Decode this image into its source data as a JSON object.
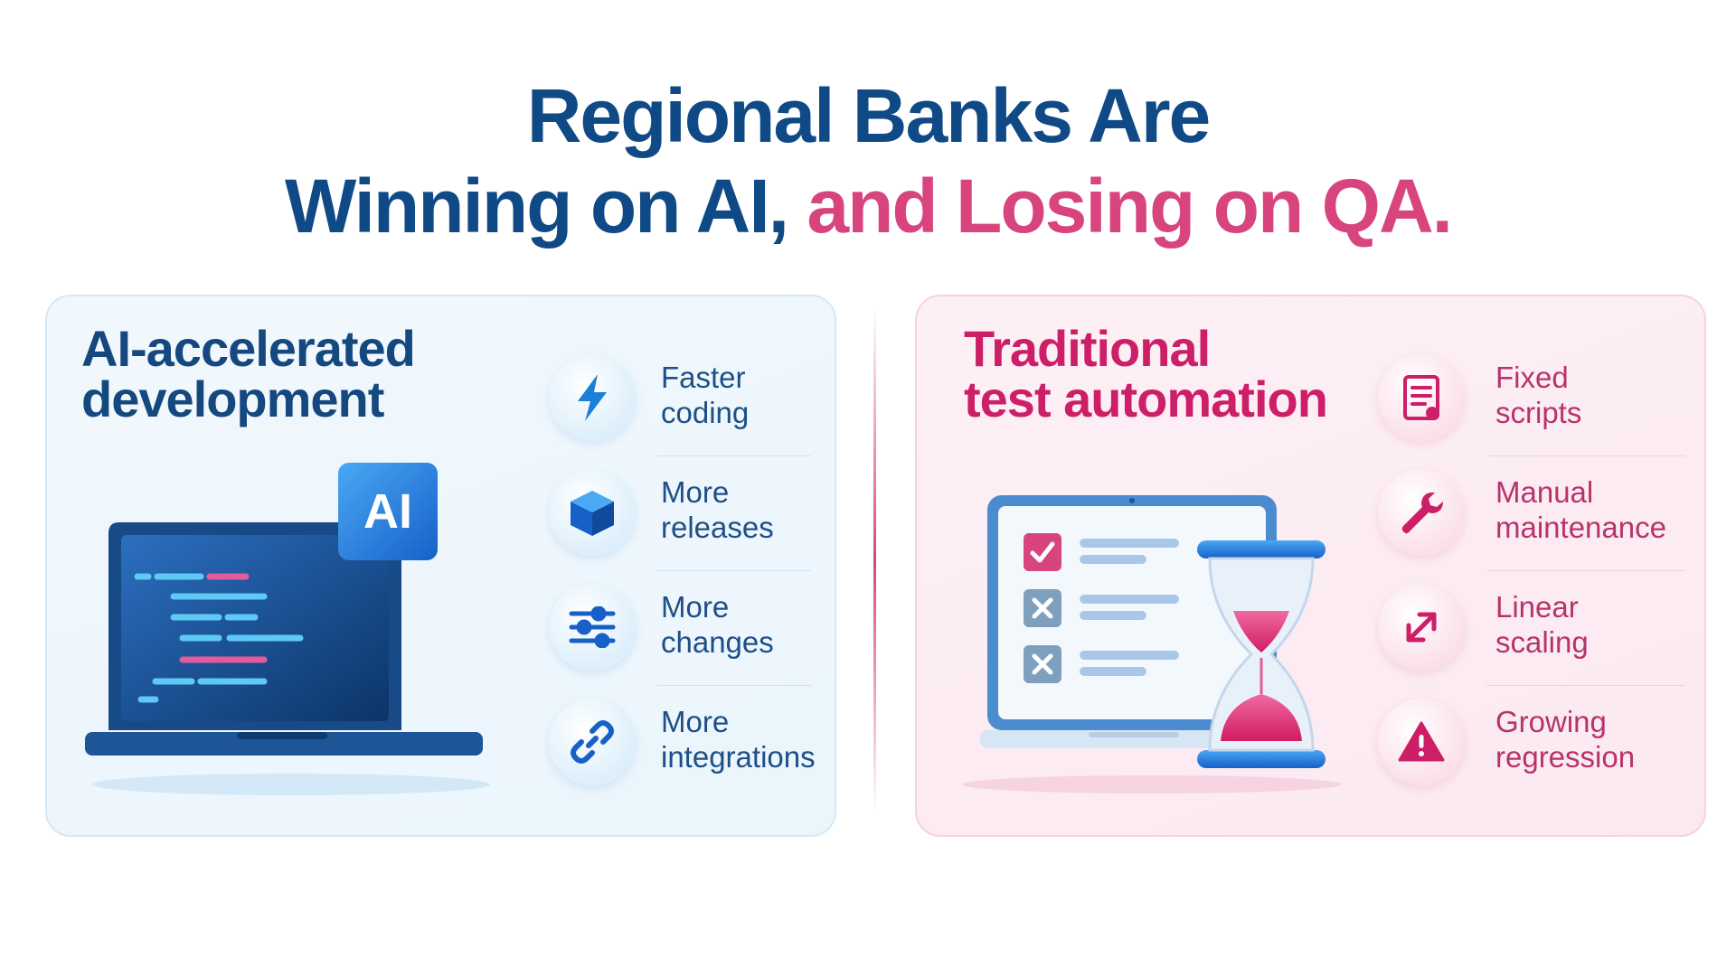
{
  "headline": {
    "line1": "Regional Banks Are",
    "line2_part1": "Winning on AI,",
    "line2_part2": "and Losing on QA."
  },
  "left_panel": {
    "title_line1": "AI-accelerated",
    "title_line2": "development",
    "badge": "AI",
    "colors": {
      "title": "#14487f",
      "accent": "#1a7fd6"
    },
    "features": [
      {
        "icon": "lightning-icon",
        "line1": "Faster",
        "line2": "coding"
      },
      {
        "icon": "cube-icon",
        "line1": "More",
        "line2": "releases"
      },
      {
        "icon": "sliders-icon",
        "line1": "More",
        "line2": "changes"
      },
      {
        "icon": "link-icon",
        "line1": "More",
        "line2": "integrations"
      }
    ]
  },
  "right_panel": {
    "title_line1": "Traditional",
    "title_line2": "test automation",
    "colors": {
      "title": "#cc1f68",
      "accent": "#d8457e"
    },
    "features": [
      {
        "icon": "document-icon",
        "line1": "Fixed",
        "line2": "scripts"
      },
      {
        "icon": "wrench-icon",
        "line1": "Manual",
        "line2": "maintenance"
      },
      {
        "icon": "diagonal-arrows-icon",
        "line1": "Linear",
        "line2": "scaling"
      },
      {
        "icon": "warning-icon",
        "line1": "Growing",
        "line2": "regression"
      }
    ]
  }
}
